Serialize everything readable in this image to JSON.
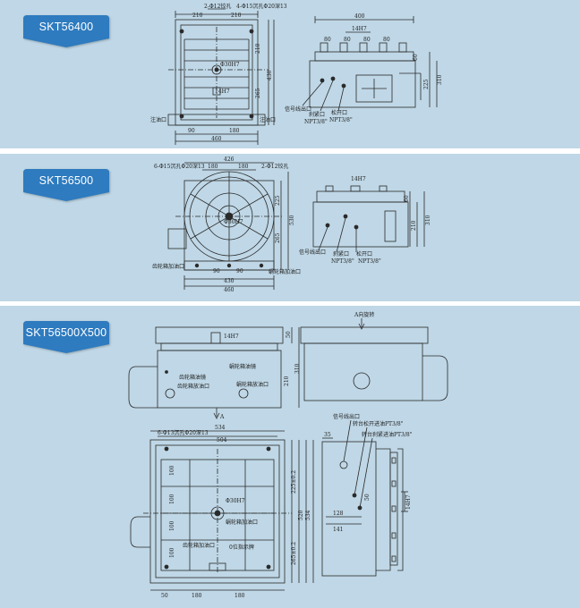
{
  "colors": {
    "panel_bg": "#bfd7e6",
    "tab": "#2e7bbf",
    "line": "#2a2a2a"
  },
  "sections": [
    {
      "model": "SKT56400",
      "top_view": {
        "dim_top_left": "210",
        "dim_top_right": "210",
        "bolt_note": "2-Φ12铰孔",
        "hole_note": "4-Φ15沉孔Φ20深13",
        "bore": "Φ30H7",
        "slot": "14H7",
        "dim_right_1": "210",
        "dim_right_2": "430",
        "dim_right_3": "265",
        "dim_bottom_1": "90",
        "dim_bottom_2": "180",
        "dim_bottom_total": "460",
        "port_left": "注油口",
        "port_right": "注油口"
      },
      "side_view": {
        "width": "400",
        "slot": "14H7",
        "slot_dims": [
          "80",
          "80",
          "80",
          "80"
        ],
        "heights": [
          "225",
          "310",
          "60"
        ],
        "labels": [
          "信号线出口",
          "刹紧口",
          "松开口"
        ],
        "ports": [
          "NPT3/8\"",
          "NPT3/8\""
        ]
      }
    },
    {
      "model": "SKT56500",
      "top_view": {
        "dim_top": "426",
        "dim_mid_left": "180",
        "dim_mid_right": "180",
        "hole_note": "6-Φ15沉孔Φ20深13",
        "bolt_note": "2-Φ12铰孔",
        "bore": "Φ30H7",
        "dim_right_1": "225",
        "dim_right_2": "265",
        "dim_right_3": "530",
        "dim_bottom_1": "90",
        "dim_bottom_2": "90",
        "dim_bottom_3": "430",
        "dim_bottom_total": "460",
        "port_left": "齿轮箱加油口",
        "port_right": "蜗轮箱加油口"
      },
      "side_view": {
        "slot": "14H7",
        "heights": [
          "60",
          "210",
          "310"
        ],
        "labels": [
          "信号线出口",
          "刹紧口",
          "松开口"
        ],
        "ports": [
          "NPT3/8\"",
          "NPT3/8\""
        ]
      }
    },
    {
      "model": "SKT56500X500",
      "front_view": {
        "rotation_note": "A向旋转",
        "slot": "14H7",
        "heights": [
          "50",
          "310",
          "210"
        ],
        "labels": [
          "齿轮箱油镜",
          "蜗轮箱油镜",
          "齿轮箱放油口",
          "蜗轮箱放油口"
        ],
        "arrow": "A"
      },
      "top_view": {
        "dim_top": "534",
        "hole_note": "6-Φ13沉孔Φ20深13",
        "dim_inner": "504",
        "bore": "Φ30H7",
        "grid_dims": [
          "100",
          "100",
          "100",
          "100"
        ],
        "dim_right_1": "225±0.2",
        "dim_right_2": "265±0.2",
        "dim_right_3": "520",
        "dim_right_4": "534",
        "dim_bottom": [
          "50",
          "180",
          "180"
        ],
        "labels": [
          "蜗轮箱加油口",
          "齿轮箱加油口",
          "0位指示牌"
        ]
      },
      "side_view": {
        "labels": [
          "信号线出口",
          "转台松开进油PT3/8\"",
          "转台刹紧进油PT3/8\""
        ],
        "dims": [
          "35",
          "128",
          "141",
          "14H7",
          "50"
        ]
      }
    }
  ]
}
